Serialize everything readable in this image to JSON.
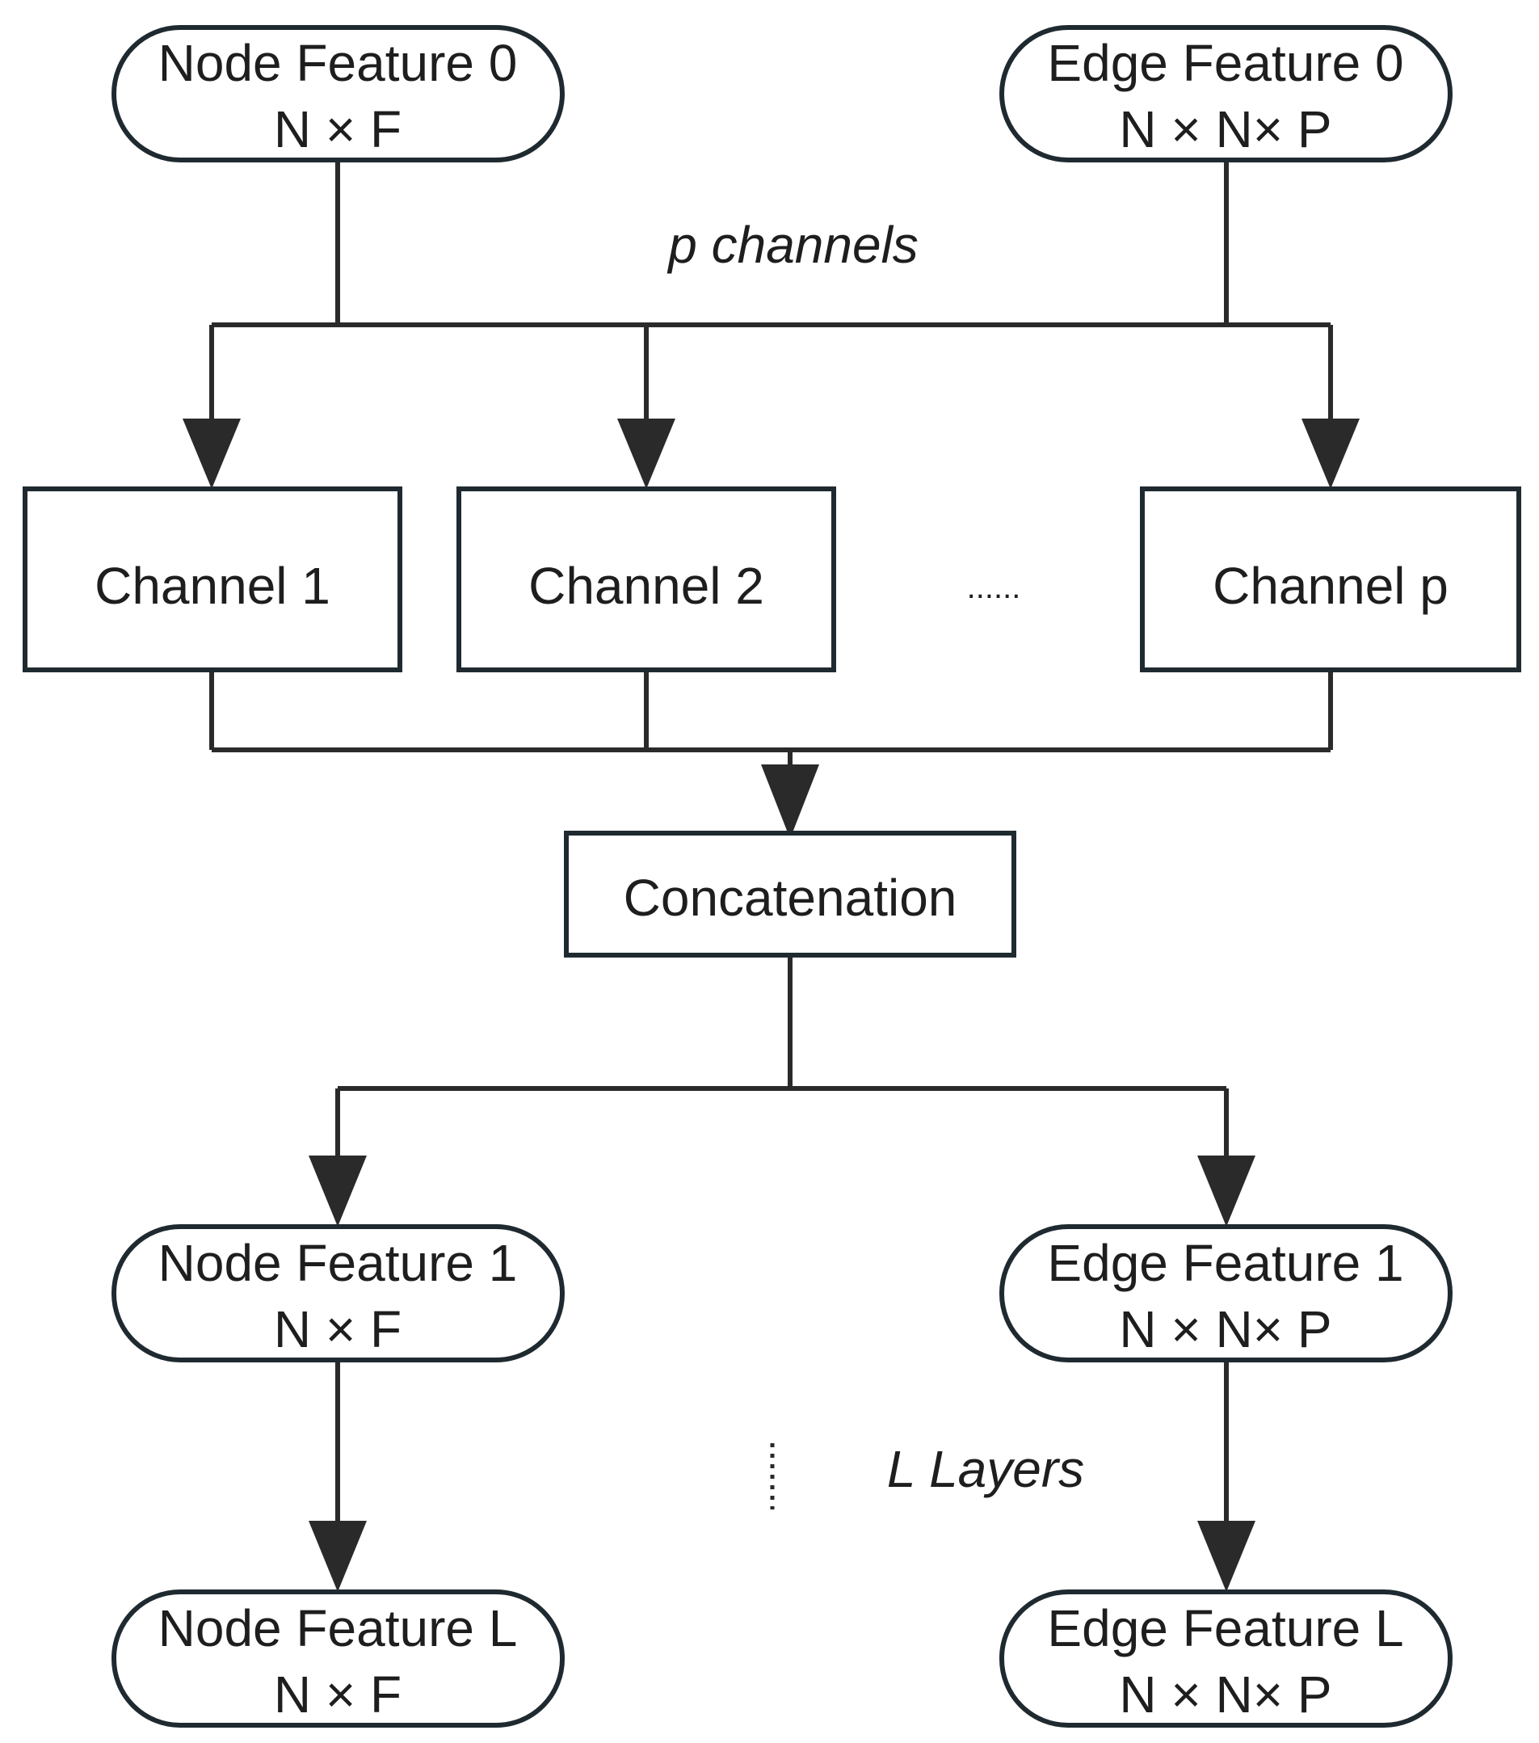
{
  "diagram": {
    "node_feature_0": {
      "title": "Node Feature 0",
      "shape": "N × F"
    },
    "edge_feature_0": {
      "title": "Edge Feature 0",
      "shape": "N × N× P"
    },
    "channels_label": "p channels",
    "channel_1": "Channel 1",
    "channel_2": "Channel 2",
    "channel_ellipsis": "......",
    "channel_p": "Channel p",
    "concatenation": "Concatenation",
    "node_feature_1": {
      "title": "Node Feature 1",
      "shape": "N × F"
    },
    "edge_feature_1": {
      "title": "Edge Feature 1",
      "shape": "N × N× P"
    },
    "layers_label": "L Layers",
    "node_feature_L": {
      "title": "Node Feature L",
      "shape": "N × F"
    },
    "edge_feature_L": {
      "title": "Edge Feature L",
      "shape": "N × N× P"
    }
  }
}
